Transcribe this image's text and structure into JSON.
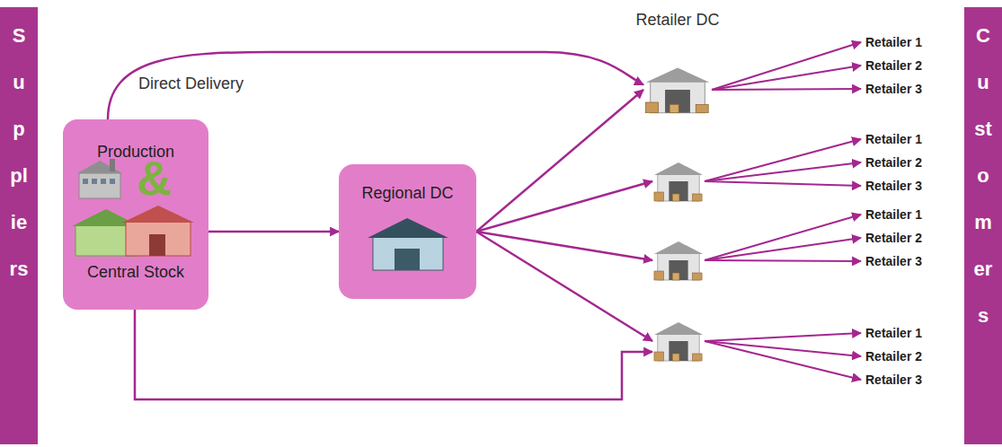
{
  "diagram": {
    "nodes": [
      {
        "text": [
          "Suppliers"
        ]
      },
      {
        "text": [
          "Production",
          "&",
          "Central Stock"
        ]
      },
      {
        "text": [
          "Regional DC"
        ]
      },
      {
        "text": [
          "Retailer DC"
        ]
      },
      {
        "text": [
          "Retailer 1"
        ]
      },
      {
        "text": [
          "Retailer 2"
        ]
      },
      {
        "text": [
          "Retailer 3"
        ]
      },
      {
        "text": []
      },
      {
        "text": [
          "Retailer 1"
        ]
      },
      {
        "text": [
          "Retailer 2"
        ]
      },
      {
        "text": [
          "Retailer 3"
        ]
      },
      {
        "text": []
      },
      {
        "text": [
          "Retailer 1"
        ]
      },
      {
        "text": [
          "Retailer 2"
        ]
      },
      {
        "text": [
          "Retailer 3"
        ]
      },
      {
        "text": []
      },
      {
        "text": [
          "Retailer 1"
        ]
      },
      {
        "text": [
          "Retailer 2"
        ]
      },
      {
        "text": [
          "Retailer 3"
        ]
      },
      {
        "text": [
          "Customers"
        ]
      }
    ],
    "edges": [
      {
        "from": 1,
        "to": 3,
        "arrow": "to",
        "label": "Direct Delivery"
      },
      {
        "from": 1,
        "to": 2,
        "arrow": "to"
      },
      {
        "from": 2,
        "to": 3,
        "arrow": "to"
      },
      {
        "from": 2,
        "to": 7,
        "arrow": "to"
      },
      {
        "from": 2,
        "to": 11,
        "arrow": "to"
      },
      {
        "from": 2,
        "to": 15,
        "arrow": "to"
      },
      {
        "from": 1,
        "to": 15,
        "arrow": "to"
      },
      {
        "from": 3,
        "to": 4,
        "arrow": "to"
      },
      {
        "from": 3,
        "to": 5,
        "arrow": "to"
      },
      {
        "from": 3,
        "to": 6,
        "arrow": "to"
      },
      {
        "from": 7,
        "to": 8,
        "arrow": "to"
      },
      {
        "from": 7,
        "to": 9,
        "arrow": "to"
      },
      {
        "from": 7,
        "to": 10,
        "arrow": "to"
      },
      {
        "from": 11,
        "to": 12,
        "arrow": "to"
      },
      {
        "from": 11,
        "to": 13,
        "arrow": "to"
      },
      {
        "from": 11,
        "to": 14,
        "arrow": "to"
      },
      {
        "from": 15,
        "to": 16,
        "arrow": "to"
      },
      {
        "from": 15,
        "to": 17,
        "arrow": "to"
      },
      {
        "from": 15,
        "to": 18,
        "arrow": "to"
      }
    ]
  }
}
